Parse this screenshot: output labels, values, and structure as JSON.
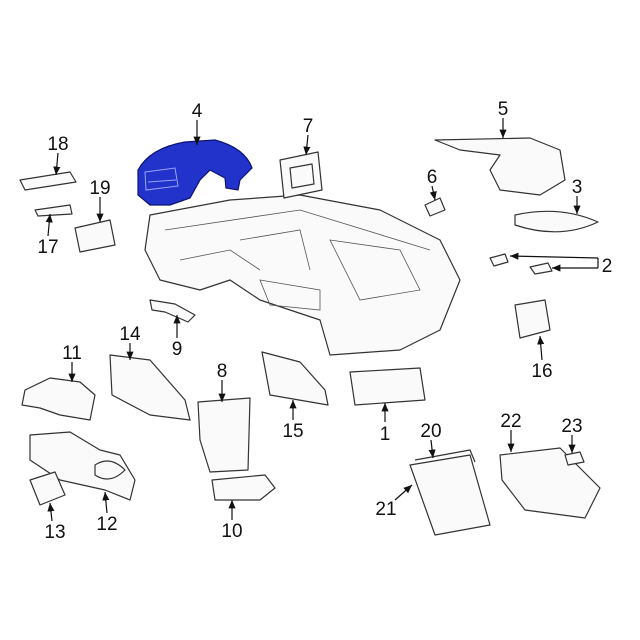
{
  "diagram": {
    "highlight_color": "#2233cc",
    "callouts": {
      "c1": "1",
      "c2": "2",
      "c3": "3",
      "c4": "4",
      "c5": "5",
      "c6": "6",
      "c7": "7",
      "c8": "8",
      "c9": "9",
      "c10": "10",
      "c11": "11",
      "c12": "12",
      "c13": "13",
      "c14": "14",
      "c15": "15",
      "c16": "16",
      "c17": "17",
      "c18": "18",
      "c19": "19",
      "c20": "20",
      "c21": "21",
      "c22": "22",
      "c23": "23"
    }
  }
}
